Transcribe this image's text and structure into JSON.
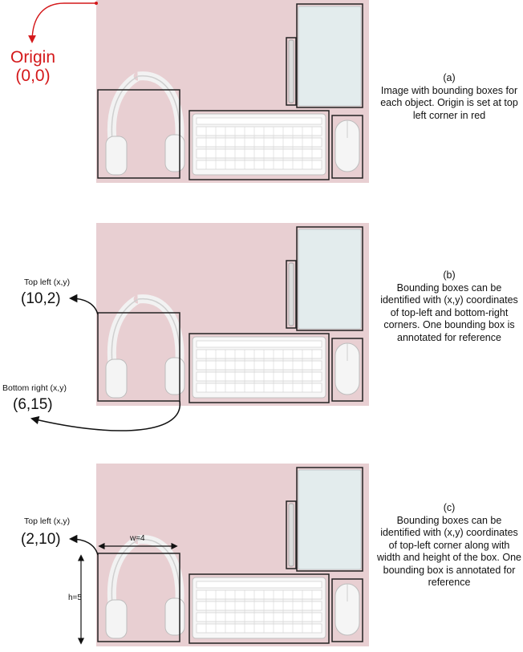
{
  "colors": {
    "background": "#e8cfd2",
    "origin_red": "#d4181a",
    "box_stroke": "#222222"
  },
  "panel_a": {
    "origin_title": "Origin",
    "origin_coords": "(0,0)",
    "caption_tag": "(a)",
    "caption_text": "Image with bounding boxes for each object. Origin is set at top left corner in red"
  },
  "panel_b": {
    "top_left_label": "Top left (x,y)",
    "top_left_coords": "(10,2)",
    "bottom_right_label": "Bottom right (x,y)",
    "bottom_right_coords": "(6,15)",
    "caption_tag": "(b)",
    "caption_text": "Bounding boxes can be identified with (x,y) coordinates of top-left and bottom-right corners. One bounding box is annotated for reference"
  },
  "panel_c": {
    "top_left_label": "Top left (x,y)",
    "top_left_coords": "(2,10)",
    "width_label": "w=4",
    "height_label": "h=5",
    "caption_tag": "(c)",
    "caption_text": "Bounding boxes can be identified with (x,y) coordinates of top-left corner along with width and height of the box. One bounding box is annotated for reference"
  }
}
